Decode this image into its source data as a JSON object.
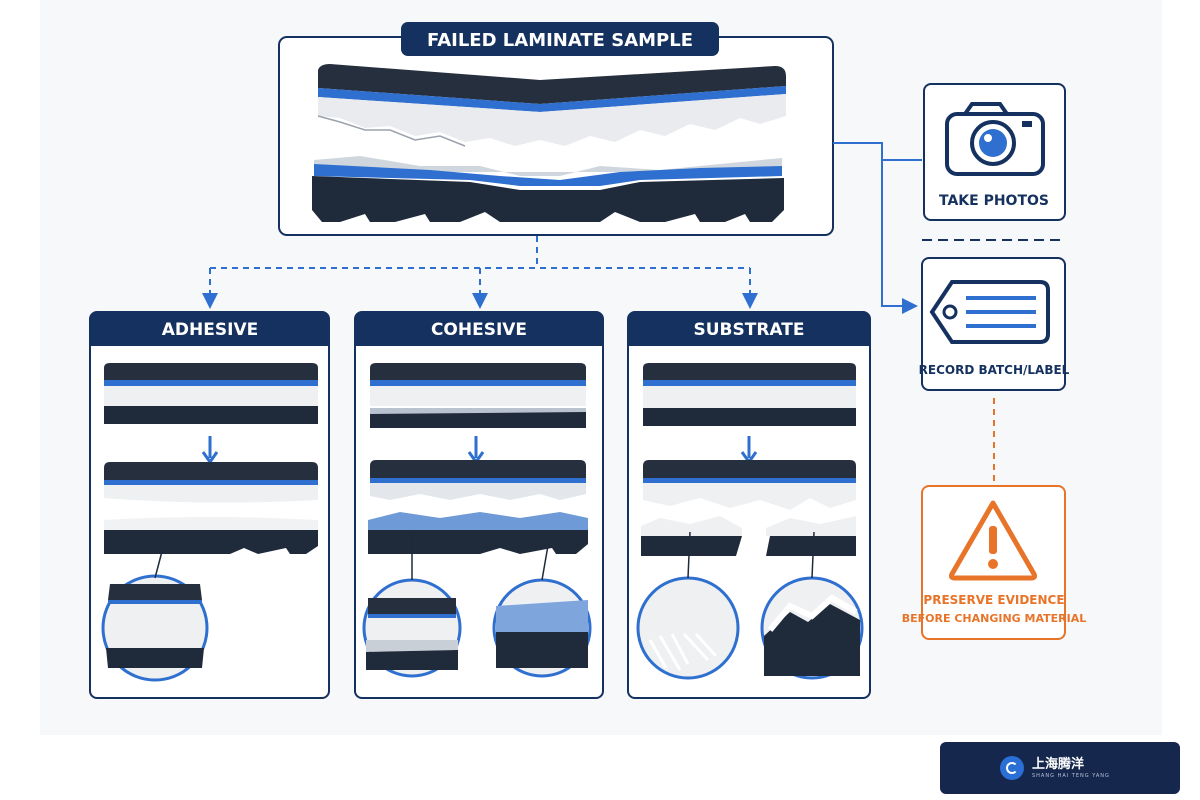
{
  "main": {
    "title": "FAILED LAMINATE SAMPLE"
  },
  "panels": [
    {
      "title": "ADHESIVE"
    },
    {
      "title": "COHESIVE"
    },
    {
      "title": "SUBSTRATE"
    }
  ],
  "actions": {
    "photos": "TAKE PHOTOS",
    "record": "RECORD BATCH/LABEL",
    "warning_line1": "PRESERVE EVIDENCE",
    "warning_line2": "BEFORE CHANGING MATERIAL"
  },
  "brand": {
    "name_cn": "上海腾洋",
    "name_en": "SHANG HAI TENG YANG"
  },
  "colors": {
    "navy": "#15315f",
    "blue": "#2e6fd0",
    "orange": "#e8742a",
    "rubber": "#1f2a3a",
    "foam": "#eef0f2"
  },
  "icons": [
    "camera-icon",
    "tag-icon",
    "warning-icon",
    "down-arrow-icon"
  ]
}
